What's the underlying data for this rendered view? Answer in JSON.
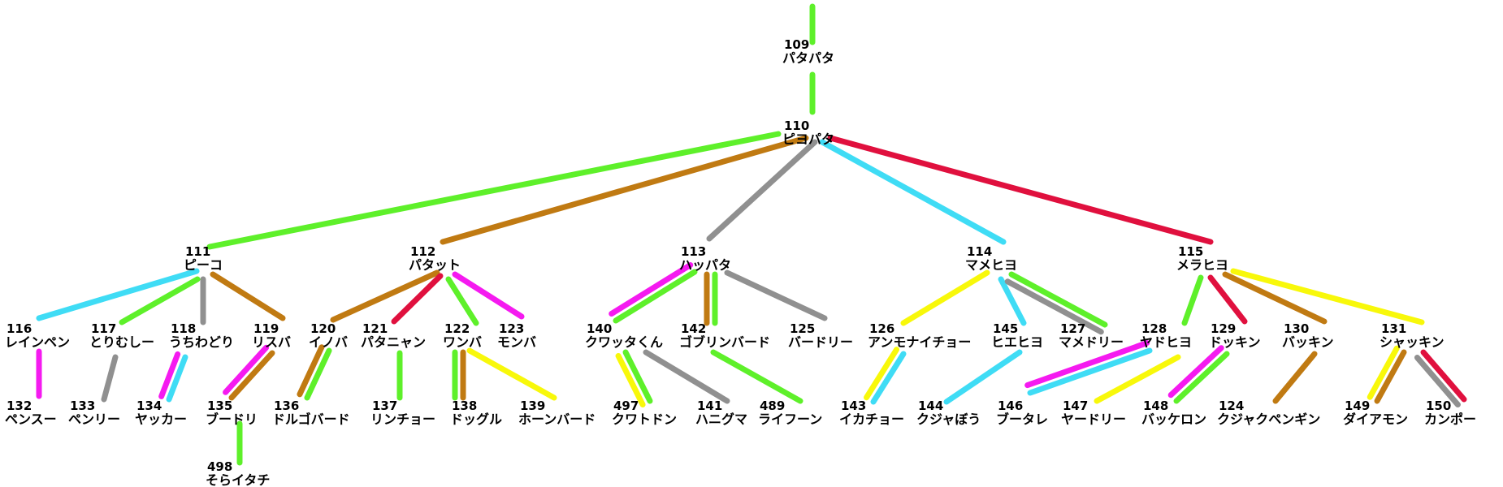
{
  "colors": {
    "green": "#5ef02a",
    "brown": "#c07a12",
    "gray": "#909090",
    "cyan": "#3fdcf5",
    "red": "#e0103e",
    "magenta": "#f51af0",
    "yellow": "#f8f80a"
  },
  "nodes": [
    {
      "id": "109",
      "num": "109",
      "name": "パタパタ"
    },
    {
      "id": "110",
      "num": "110",
      "name": "ピヨパタ"
    },
    {
      "id": "111",
      "num": "111",
      "name": "ピーコ"
    },
    {
      "id": "112",
      "num": "112",
      "name": "パタット"
    },
    {
      "id": "113",
      "num": "113",
      "name": "ハッパタ"
    },
    {
      "id": "114",
      "num": "114",
      "name": "マメヒヨ"
    },
    {
      "id": "115",
      "num": "115",
      "name": "メラヒヨ"
    },
    {
      "id": "116",
      "num": "116",
      "name": "レインペン"
    },
    {
      "id": "117",
      "num": "117",
      "name": "とりむしー"
    },
    {
      "id": "118",
      "num": "118",
      "name": "うちわどり"
    },
    {
      "id": "119",
      "num": "119",
      "name": "リスバ"
    },
    {
      "id": "120",
      "num": "120",
      "name": "イノバ"
    },
    {
      "id": "121",
      "num": "121",
      "name": "パタニャン"
    },
    {
      "id": "122",
      "num": "122",
      "name": "ワンバ"
    },
    {
      "id": "123",
      "num": "123",
      "name": "モンバ"
    },
    {
      "id": "140",
      "num": "140",
      "name": "クワッタくん"
    },
    {
      "id": "142",
      "num": "142",
      "name": "ゴブリンバード"
    },
    {
      "id": "125",
      "num": "125",
      "name": "バードリー"
    },
    {
      "id": "126",
      "num": "126",
      "name": "アンモナイチョー"
    },
    {
      "id": "145",
      "num": "145",
      "name": "ヒエヒヨ"
    },
    {
      "id": "127",
      "num": "127",
      "name": "マメドリー"
    },
    {
      "id": "128",
      "num": "128",
      "name": "ヤドヒヨ"
    },
    {
      "id": "129",
      "num": "129",
      "name": "ドッキン"
    },
    {
      "id": "130",
      "num": "130",
      "name": "バッキン"
    },
    {
      "id": "131",
      "num": "131",
      "name": "シャッキン"
    },
    {
      "id": "132",
      "num": "132",
      "name": "ペンスー"
    },
    {
      "id": "133",
      "num": "133",
      "name": "ペンリー"
    },
    {
      "id": "134",
      "num": "134",
      "name": "ヤッカー"
    },
    {
      "id": "135",
      "num": "135",
      "name": "ブードリ"
    },
    {
      "id": "136",
      "num": "136",
      "name": "ドルゴバード"
    },
    {
      "id": "137",
      "num": "137",
      "name": "リンチョー"
    },
    {
      "id": "138",
      "num": "138",
      "name": "ドッグル"
    },
    {
      "id": "139",
      "num": "139",
      "name": "ホーンバード"
    },
    {
      "id": "497",
      "num": "497",
      "name": "クワトドン"
    },
    {
      "id": "141",
      "num": "141",
      "name": "ハニグマ"
    },
    {
      "id": "489",
      "num": "489",
      "name": "ライフーン"
    },
    {
      "id": "143",
      "num": "143",
      "name": "イカチョー"
    },
    {
      "id": "144",
      "num": "144",
      "name": "クジャぼう"
    },
    {
      "id": "146",
      "num": "146",
      "name": "ブータレ"
    },
    {
      "id": "147",
      "num": "147",
      "name": "ヤードリー"
    },
    {
      "id": "148",
      "num": "148",
      "name": "バッケロン"
    },
    {
      "id": "124",
      "num": "124",
      "name": "クジャクペンギン"
    },
    {
      "id": "149",
      "num": "149",
      "name": "ダイアモン"
    },
    {
      "id": "150",
      "num": "150",
      "name": "カンポー"
    },
    {
      "id": "498",
      "num": "498",
      "name": "そらイタチ"
    }
  ],
  "edges": [
    {
      "from": "top",
      "to": "109",
      "color": "green"
    },
    {
      "from": "109",
      "to": "110",
      "color": "green"
    },
    {
      "from": "110",
      "to": "111",
      "color": "green"
    },
    {
      "from": "110",
      "to": "112",
      "color": "brown"
    },
    {
      "from": "110",
      "to": "113",
      "color": "gray"
    },
    {
      "from": "110",
      "to": "114",
      "color": "cyan"
    },
    {
      "from": "110",
      "to": "115",
      "color": "red"
    },
    {
      "from": "111",
      "to": "116",
      "color": "cyan"
    },
    {
      "from": "111",
      "to": "117",
      "color": "green"
    },
    {
      "from": "111",
      "to": "118",
      "color": "gray"
    },
    {
      "from": "111",
      "to": "119",
      "color": "brown"
    },
    {
      "from": "112",
      "to": "120",
      "color": "brown"
    },
    {
      "from": "112",
      "to": "121",
      "color": "red"
    },
    {
      "from": "112",
      "to": "122",
      "color": "green"
    },
    {
      "from": "112",
      "to": "123",
      "color": "magenta"
    },
    {
      "from": "113",
      "to": "140",
      "color": "green"
    },
    {
      "from": "113",
      "to": "140",
      "color": "magenta"
    },
    {
      "from": "113",
      "to": "142",
      "color": "green"
    },
    {
      "from": "113",
      "to": "142",
      "color": "brown"
    },
    {
      "from": "113",
      "to": "125",
      "color": "gray"
    },
    {
      "from": "114",
      "to": "126",
      "color": "yellow"
    },
    {
      "from": "114",
      "to": "145",
      "color": "cyan"
    },
    {
      "from": "114",
      "to": "127",
      "color": "green"
    },
    {
      "from": "114",
      "to": "127",
      "color": "gray"
    },
    {
      "from": "115",
      "to": "128",
      "color": "green"
    },
    {
      "from": "115",
      "to": "129",
      "color": "red"
    },
    {
      "from": "115",
      "to": "130",
      "color": "brown"
    },
    {
      "from": "115",
      "to": "131",
      "color": "yellow"
    },
    {
      "from": "116",
      "to": "132",
      "color": "magenta"
    },
    {
      "from": "117",
      "to": "133",
      "color": "gray"
    },
    {
      "from": "118",
      "to": "134",
      "color": "cyan"
    },
    {
      "from": "118",
      "to": "134",
      "color": "magenta"
    },
    {
      "from": "119",
      "to": "135",
      "color": "brown"
    },
    {
      "from": "119",
      "to": "135",
      "color": "magenta"
    },
    {
      "from": "120",
      "to": "136",
      "color": "green"
    },
    {
      "from": "120",
      "to": "136",
      "color": "brown"
    },
    {
      "from": "121",
      "to": "137",
      "color": "green"
    },
    {
      "from": "122",
      "to": "138",
      "color": "brown"
    },
    {
      "from": "122",
      "to": "138",
      "color": "green"
    },
    {
      "from": "122",
      "to": "139",
      "color": "yellow"
    },
    {
      "from": "140",
      "to": "497",
      "color": "green"
    },
    {
      "from": "140",
      "to": "497",
      "color": "yellow"
    },
    {
      "from": "140",
      "to": "141",
      "color": "gray"
    },
    {
      "from": "142",
      "to": "489",
      "color": "green"
    },
    {
      "from": "126",
      "to": "143",
      "color": "cyan"
    },
    {
      "from": "126",
      "to": "143",
      "color": "yellow"
    },
    {
      "from": "145",
      "to": "144",
      "color": "cyan"
    },
    {
      "from": "128",
      "to": "146",
      "color": "cyan"
    },
    {
      "from": "128",
      "to": "146",
      "color": "magenta"
    },
    {
      "from": "128",
      "to": "147",
      "color": "yellow"
    },
    {
      "from": "129",
      "to": "148",
      "color": "green"
    },
    {
      "from": "129",
      "to": "148",
      "color": "magenta"
    },
    {
      "from": "130",
      "to": "124",
      "color": "brown"
    },
    {
      "from": "131",
      "to": "149",
      "color": "brown"
    },
    {
      "from": "131",
      "to": "149",
      "color": "yellow"
    },
    {
      "from": "131",
      "to": "150",
      "color": "red"
    },
    {
      "from": "131",
      "to": "150",
      "color": "gray"
    },
    {
      "from": "135",
      "to": "498",
      "color": "green"
    }
  ]
}
